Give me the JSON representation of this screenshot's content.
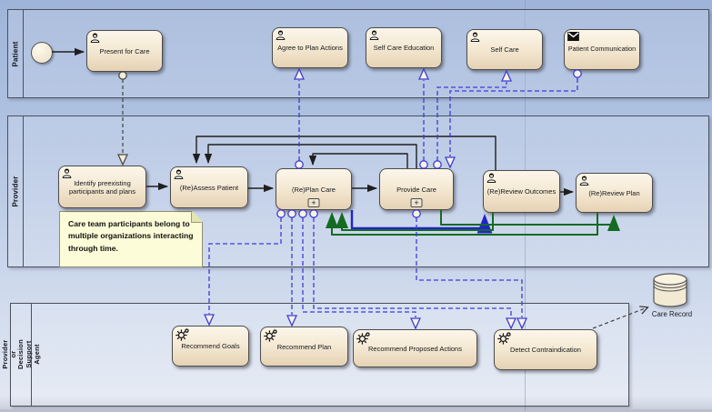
{
  "lanes": {
    "patient": "Patient",
    "provider": "Provider",
    "agent": "Provider or Decision Support Agent"
  },
  "tasks": {
    "present_for_care": "Present for Care",
    "agree_to_plan_actions": "Agree to Plan Actions",
    "self_care_education": "Self Care Education",
    "self_care": "Self Care",
    "patient_communication": "Patient Communication",
    "identify_preexisting": "Identify preexisting participants and plans",
    "reassess_patient": "(Re)Assess Patient",
    "replan_care": "(Re)Plan Care",
    "provide_care": "Provide Care",
    "review_outcomes": "(Re)Review Outcomes",
    "review_plan": "(Re)Review Plan",
    "recommend_goals": "Recommend Goals",
    "recommend_plan": "Recommend Plan",
    "recommend_proposed_actions": "Recommend Proposed Actions",
    "detect_contraindication": "Detect Contraindication"
  },
  "marker": {
    "subprocess": "+"
  },
  "note": {
    "text": "Care team participants belong to multiple organizations interacting through time."
  },
  "datastore": {
    "label": "Care Record"
  },
  "icons": {
    "user": "user-icon",
    "service": "gear-icon",
    "message": "envelope-icon",
    "store": "cylinder-icon"
  },
  "colors": {
    "task_fill_top": "#fcf6ea",
    "task_fill_bottom": "#e5d2b4",
    "note_fill": "#fcfcd8",
    "flow_black": "#1f1f1f",
    "flow_blue": "#2222cf",
    "flow_green": "#156b22",
    "message_blue": "#3c3cd8",
    "bg_top": "#9fb4d9",
    "bg_bottom": "#e1e7f2"
  }
}
